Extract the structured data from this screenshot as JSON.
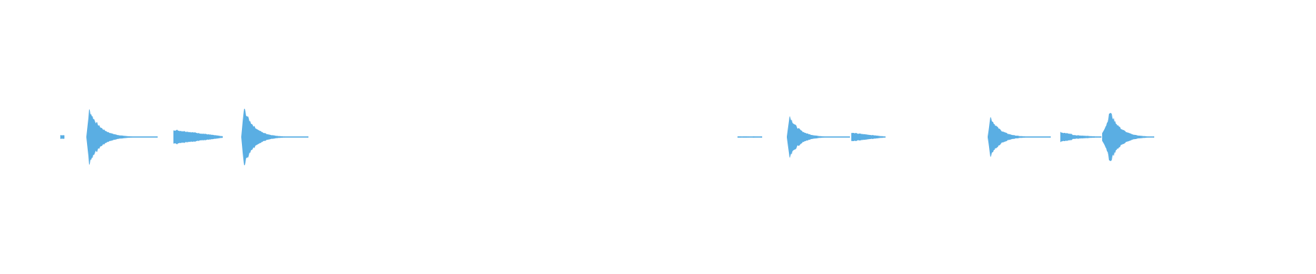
{
  "waveform": {
    "color": "#5aaee3",
    "background": "#ffffff",
    "clips": [
      {
        "shape": "dot",
        "amp": 0.06
      },
      {
        "shape": "decay",
        "amp": 0.92
      },
      {
        "shape": "ramp",
        "amp": 0.24
      },
      {
        "shape": "decay",
        "amp": 0.95
      },
      {
        "shape": "flat",
        "amp": 0.04
      },
      {
        "shape": "decay",
        "amp": 0.72
      },
      {
        "shape": "ramp",
        "amp": 0.14
      },
      {
        "shape": "decay",
        "amp": 0.68
      },
      {
        "shape": "blob",
        "amp": 0.16
      },
      {
        "shape": "swell",
        "amp": 0.86
      }
    ]
  }
}
